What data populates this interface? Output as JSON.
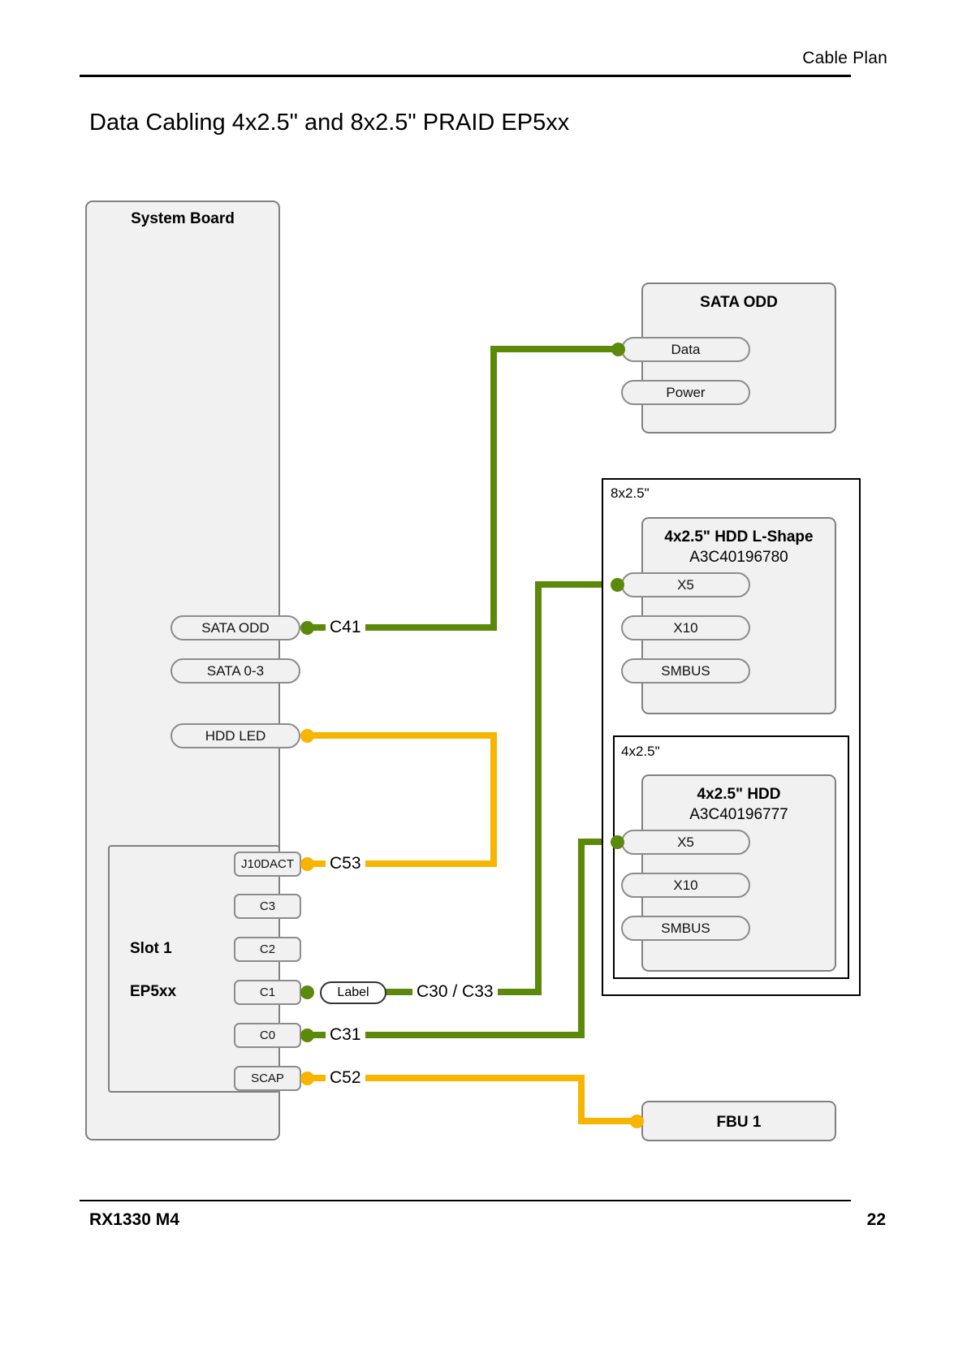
{
  "header": {
    "right_text": "Cable Plan"
  },
  "title": "Data Cabling 4x2.5\" and 8x2.5\" PRAID EP5xx",
  "footer": {
    "left": "RX1330 M4",
    "page_number": "22"
  },
  "colors": {
    "cable_green": "#5b8a0a",
    "cable_amber": "#f7b500",
    "panel_fill": "#f1f1f1",
    "panel_stroke": "#808080",
    "frame_stroke": "#000000"
  },
  "system_board": {
    "title": "System Board",
    "ports": [
      {
        "label": "SATA ODD"
      },
      {
        "label": "SATA 0-3"
      },
      {
        "label": "HDD LED"
      }
    ],
    "slot": {
      "name": "Slot 1",
      "card": "EP5xx",
      "ports": [
        {
          "label": "J10DACT"
        },
        {
          "label": "C3"
        },
        {
          "label": "C2"
        },
        {
          "label": "C1"
        },
        {
          "label": "C0"
        },
        {
          "label": "SCAP"
        }
      ]
    }
  },
  "sata_odd_device": {
    "title": "SATA ODD",
    "ports": [
      {
        "label": "Data"
      },
      {
        "label": "Power"
      }
    ]
  },
  "group_8x25": {
    "label": "8x2.5\"",
    "device": {
      "title": "4x2.5\" HDD L-Shape",
      "part_number": "A3C40196780",
      "ports": [
        {
          "label": "X5"
        },
        {
          "label": "X10"
        },
        {
          "label": "SMBUS"
        }
      ]
    }
  },
  "group_4x25": {
    "label": "4x2.5\"",
    "device": {
      "title": "4x2.5\" HDD",
      "part_number": "A3C40196777",
      "ports": [
        {
          "label": "X5"
        },
        {
          "label": "X10"
        },
        {
          "label": "SMBUS"
        }
      ]
    }
  },
  "fbu": {
    "title": "FBU 1"
  },
  "cables": [
    {
      "id": "C41",
      "label": "C41",
      "color": "green",
      "from": "SATA ODD (system board)",
      "to": "SATA ODD Data"
    },
    {
      "id": "C53",
      "label": "C53",
      "color": "amber",
      "from": "J10DACT",
      "to": "HDD LED"
    },
    {
      "id": "C30C33",
      "label": "C30 / C33",
      "color": "green",
      "from": "C1",
      "to": "X5 (4x2.5\" HDD L-Shape)"
    },
    {
      "id": "C31",
      "label": "C31",
      "color": "green",
      "from": "C0",
      "to": "X5 (4x2.5\" HDD)"
    },
    {
      "id": "C52",
      "label": "C52",
      "color": "amber",
      "from": "SCAP",
      "to": "FBU 1"
    }
  ],
  "connector_label": {
    "text": "Label"
  }
}
